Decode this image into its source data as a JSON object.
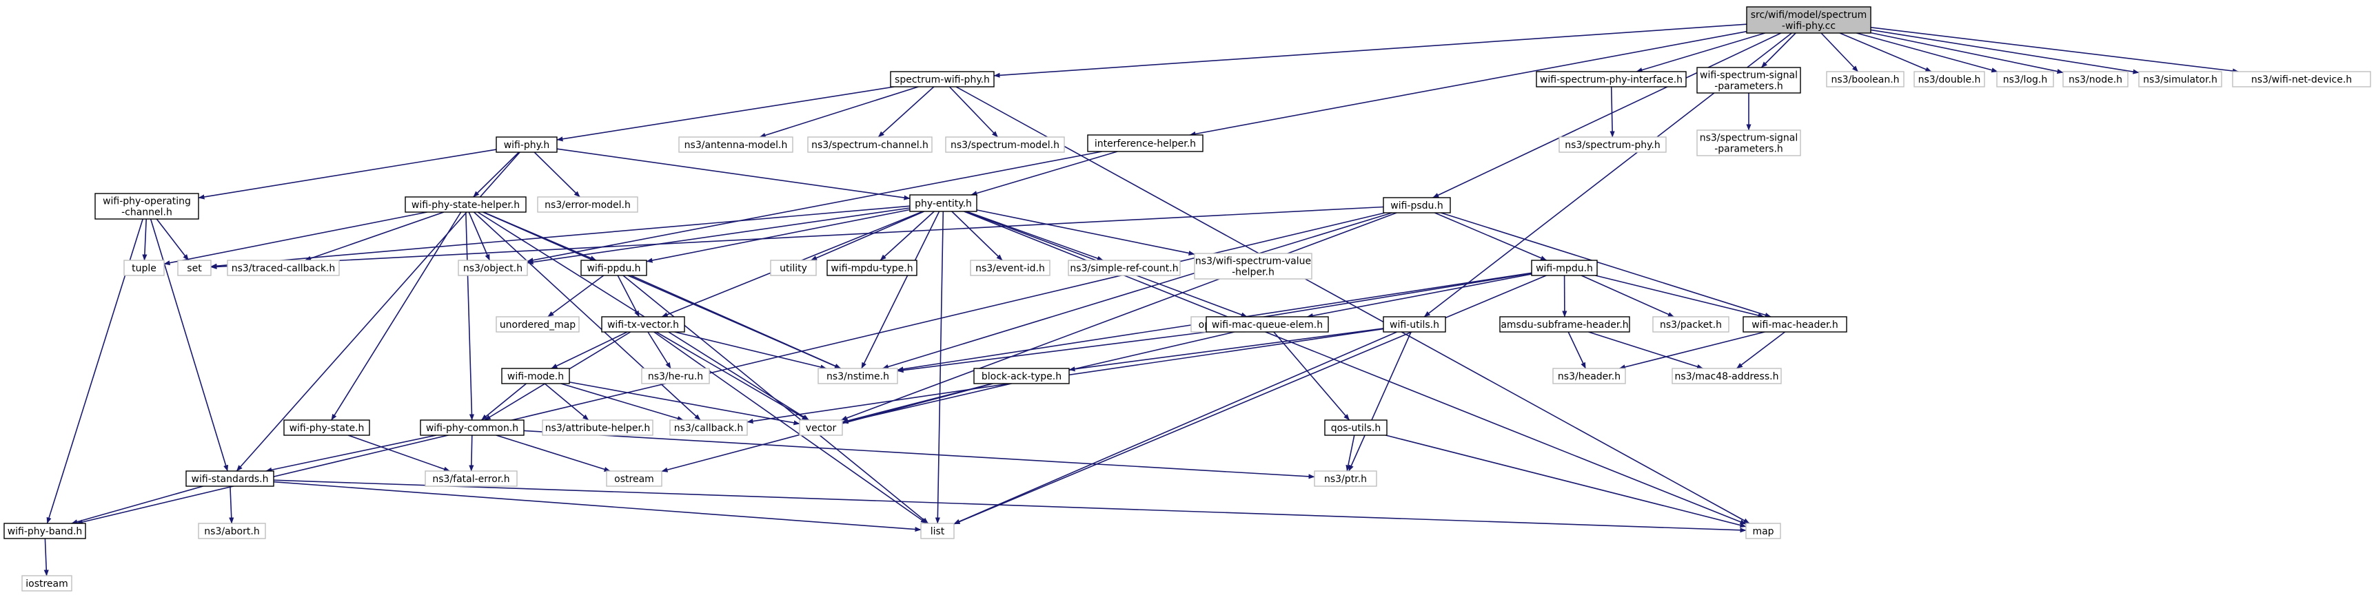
{
  "graph": {
    "title": "",
    "edge_color": "#191970",
    "root_fill": "#bfbfbf",
    "external_border": "#bfbfbf",
    "nodes": [
      {
        "id": "root",
        "label": "src/wifi/model/spectrum\n-wifi-phy.cc",
        "kind": "root"
      },
      {
        "id": "spectrum_wifi_phy",
        "label": "spectrum-wifi-phy.h",
        "kind": "local"
      },
      {
        "id": "wifi_spectrum_phy_interface",
        "label": "wifi-spectrum-phy-interface.h",
        "kind": "local"
      },
      {
        "id": "wifi_spectrum_signal_parameters",
        "label": "wifi-spectrum-signal\n-parameters.h",
        "kind": "local"
      },
      {
        "id": "ns3_boolean",
        "label": "ns3/boolean.h",
        "kind": "external"
      },
      {
        "id": "ns3_double",
        "label": "ns3/double.h",
        "kind": "external"
      },
      {
        "id": "ns3_log",
        "label": "ns3/log.h",
        "kind": "external"
      },
      {
        "id": "ns3_node",
        "label": "ns3/node.h",
        "kind": "external"
      },
      {
        "id": "ns3_simulator",
        "label": "ns3/simulator.h",
        "kind": "external"
      },
      {
        "id": "ns3_wifi_net_device",
        "label": "ns3/wifi-net-device.h",
        "kind": "external"
      },
      {
        "id": "wifi_phy",
        "label": "wifi-phy.h",
        "kind": "local"
      },
      {
        "id": "ns3_antenna_model",
        "label": "ns3/antenna-model.h",
        "kind": "external"
      },
      {
        "id": "ns3_spectrum_channel",
        "label": "ns3/spectrum-channel.h",
        "kind": "external"
      },
      {
        "id": "ns3_spectrum_model",
        "label": "ns3/spectrum-model.h",
        "kind": "external"
      },
      {
        "id": "interference_helper",
        "label": "interference-helper.h",
        "kind": "local"
      },
      {
        "id": "ns3_spectrum_phy",
        "label": "ns3/spectrum-phy.h",
        "kind": "external"
      },
      {
        "id": "ns3_spectrum_signal_parameters",
        "label": "ns3/spectrum-signal\n-parameters.h",
        "kind": "external"
      },
      {
        "id": "wifi_phy_operating_channel",
        "label": "wifi-phy-operating\n-channel.h",
        "kind": "local"
      },
      {
        "id": "wifi_phy_state_helper",
        "label": "wifi-phy-state-helper.h",
        "kind": "local"
      },
      {
        "id": "ns3_error_model",
        "label": "ns3/error-model.h",
        "kind": "external"
      },
      {
        "id": "phy_entity",
        "label": "phy-entity.h",
        "kind": "local"
      },
      {
        "id": "wifi_psdu",
        "label": "wifi-psdu.h",
        "kind": "local"
      },
      {
        "id": "tuple",
        "label": "tuple",
        "kind": "external"
      },
      {
        "id": "set",
        "label": "set",
        "kind": "external"
      },
      {
        "id": "ns3_traced_callback",
        "label": "ns3/traced-callback.h",
        "kind": "external"
      },
      {
        "id": "ns3_object",
        "label": "ns3/object.h",
        "kind": "external"
      },
      {
        "id": "wifi_ppdu",
        "label": "wifi-ppdu.h",
        "kind": "local"
      },
      {
        "id": "utility",
        "label": "utility",
        "kind": "external"
      },
      {
        "id": "wifi_mpdu_type",
        "label": "wifi-mpdu-type.h",
        "kind": "local"
      },
      {
        "id": "ns3_event_id",
        "label": "ns3/event-id.h",
        "kind": "external"
      },
      {
        "id": "ns3_simple_ref_count",
        "label": "ns3/simple-ref-count.h",
        "kind": "external"
      },
      {
        "id": "ns3_wifi_spectrum_value_helper",
        "label": "ns3/wifi-spectrum-value\n-helper.h",
        "kind": "external"
      },
      {
        "id": "wifi_mpdu",
        "label": "wifi-mpdu.h",
        "kind": "local"
      },
      {
        "id": "unordered_map",
        "label": "unordered_map",
        "kind": "external"
      },
      {
        "id": "optional",
        "label": "optional",
        "kind": "external"
      },
      {
        "id": "wifi_mac_queue_elem",
        "label": "wifi-mac-queue-elem.h",
        "kind": "local"
      },
      {
        "id": "wifi_utils",
        "label": "wifi-utils.h",
        "kind": "local"
      },
      {
        "id": "amsdu_subframe_header",
        "label": "amsdu-subframe-header.h",
        "kind": "local"
      },
      {
        "id": "ns3_packet",
        "label": "ns3/packet.h",
        "kind": "external"
      },
      {
        "id": "wifi_mac_header",
        "label": "wifi-mac-header.h",
        "kind": "local"
      },
      {
        "id": "wifi_tx_vector",
        "label": "wifi-tx-vector.h",
        "kind": "local"
      },
      {
        "id": "ns3_nstime",
        "label": "ns3/nstime.h",
        "kind": "external"
      },
      {
        "id": "ns3_he_ru",
        "label": "ns3/he-ru.h",
        "kind": "external"
      },
      {
        "id": "wifi_mode",
        "label": "wifi-mode.h",
        "kind": "local"
      },
      {
        "id": "block_ack_type",
        "label": "block-ack-type.h",
        "kind": "local"
      },
      {
        "id": "ns3_header",
        "label": "ns3/header.h",
        "kind": "external"
      },
      {
        "id": "ns3_mac48_address",
        "label": "ns3/mac48-address.h",
        "kind": "external"
      },
      {
        "id": "wifi_phy_state",
        "label": "wifi-phy-state.h",
        "kind": "local"
      },
      {
        "id": "ns3_attribute_helper",
        "label": "ns3/attribute-helper.h",
        "kind": "external"
      },
      {
        "id": "ns3_callback",
        "label": "ns3/callback.h",
        "kind": "external"
      },
      {
        "id": "vector",
        "label": "vector",
        "kind": "external"
      },
      {
        "id": "wifi_phy_common",
        "label": "wifi-phy-common.h",
        "kind": "local"
      },
      {
        "id": "qos_utils",
        "label": "qos-utils.h",
        "kind": "local"
      },
      {
        "id": "wifi_standards",
        "label": "wifi-standards.h",
        "kind": "local"
      },
      {
        "id": "ns3_fatal_error",
        "label": "ns3/fatal-error.h",
        "kind": "external"
      },
      {
        "id": "ostream",
        "label": "ostream",
        "kind": "external"
      },
      {
        "id": "ns3_ptr",
        "label": "ns3/ptr.h",
        "kind": "external"
      },
      {
        "id": "wifi_phy_band",
        "label": "wifi-phy-band.h",
        "kind": "local"
      },
      {
        "id": "ns3_abort",
        "label": "ns3/abort.h",
        "kind": "external"
      },
      {
        "id": "list",
        "label": "list",
        "kind": "external"
      },
      {
        "id": "map",
        "label": "map",
        "kind": "external"
      },
      {
        "id": "iostream",
        "label": "iostream",
        "kind": "external"
      }
    ],
    "edges": [
      [
        "root",
        "spectrum_wifi_phy"
      ],
      [
        "root",
        "wifi_spectrum_phy_interface"
      ],
      [
        "root",
        "wifi_spectrum_signal_parameters"
      ],
      [
        "root",
        "ns3_boolean"
      ],
      [
        "root",
        "ns3_double"
      ],
      [
        "root",
        "ns3_log"
      ],
      [
        "root",
        "ns3_node"
      ],
      [
        "root",
        "ns3_simulator"
      ],
      [
        "root",
        "ns3_wifi_net_device"
      ],
      [
        "root",
        "interference_helper"
      ],
      [
        "root",
        "wifi_psdu"
      ],
      [
        "root",
        "wifi_utils"
      ],
      [
        "spectrum_wifi_phy",
        "wifi_phy"
      ],
      [
        "spectrum_wifi_phy",
        "ns3_antenna_model"
      ],
      [
        "spectrum_wifi_phy",
        "ns3_spectrum_channel"
      ],
      [
        "spectrum_wifi_phy",
        "ns3_spectrum_model"
      ],
      [
        "spectrum_wifi_phy",
        "map"
      ],
      [
        "wifi_spectrum_phy_interface",
        "ns3_spectrum_phy"
      ],
      [
        "wifi_spectrum_signal_parameters",
        "ns3_spectrum_signal_parameters"
      ],
      [
        "wifi_phy",
        "wifi_phy_operating_channel"
      ],
      [
        "wifi_phy",
        "wifi_phy_state_helper"
      ],
      [
        "wifi_phy",
        "ns3_error_model"
      ],
      [
        "wifi_phy",
        "phy_entity"
      ],
      [
        "wifi_phy",
        "wifi_standards"
      ],
      [
        "interference_helper",
        "phy_entity"
      ],
      [
        "interference_helper",
        "ns3_object"
      ],
      [
        "wifi_phy_operating_channel",
        "tuple"
      ],
      [
        "wifi_phy_operating_channel",
        "set"
      ],
      [
        "wifi_phy_operating_channel",
        "wifi_standards"
      ],
      [
        "wifi_phy_operating_channel",
        "wifi_phy_band"
      ],
      [
        "wifi_phy_state_helper",
        "tuple"
      ],
      [
        "wifi_phy_state_helper",
        "ns3_traced_callback"
      ],
      [
        "wifi_phy_state_helper",
        "ns3_object"
      ],
      [
        "wifi_phy_state_helper",
        "wifi_ppdu"
      ],
      [
        "wifi_phy_state_helper",
        "ns3_nstime"
      ],
      [
        "wifi_phy_state_helper",
        "wifi_phy_state"
      ],
      [
        "wifi_phy_state_helper",
        "ns3_callback"
      ],
      [
        "wifi_phy_state_helper",
        "vector"
      ],
      [
        "wifi_phy_state_helper",
        "wifi_phy_common"
      ],
      [
        "phy_entity",
        "set"
      ],
      [
        "phy_entity",
        "ns3_object"
      ],
      [
        "phy_entity",
        "wifi_ppdu"
      ],
      [
        "phy_entity",
        "utility"
      ],
      [
        "phy_entity",
        "wifi_mpdu_type"
      ],
      [
        "phy_entity",
        "ns3_event_id"
      ],
      [
        "phy_entity",
        "ns3_simple_ref_count"
      ],
      [
        "phy_entity",
        "ns3_wifi_spectrum_value_helper"
      ],
      [
        "phy_entity",
        "wifi_tx_vector"
      ],
      [
        "phy_entity",
        "ns3_nstime"
      ],
      [
        "phy_entity",
        "wifi_mac_queue_elem"
      ],
      [
        "phy_entity",
        "list"
      ],
      [
        "phy_entity",
        "map"
      ],
      [
        "wifi_psdu",
        "wifi_mpdu"
      ],
      [
        "wifi_psdu",
        "wifi_mac_header"
      ],
      [
        "wifi_psdu",
        "ns3_nstime"
      ],
      [
        "wifi_psdu",
        "set"
      ],
      [
        "wifi_psdu",
        "vector"
      ],
      [
        "wifi_psdu",
        "wifi_phy_band"
      ],
      [
        "wifi_ppdu",
        "wifi_tx_vector"
      ],
      [
        "wifi_ppdu",
        "unordered_map"
      ],
      [
        "wifi_ppdu",
        "ns3_nstime"
      ],
      [
        "wifi_ppdu",
        "list"
      ],
      [
        "wifi_mpdu",
        "optional"
      ],
      [
        "wifi_mpdu",
        "wifi_mac_queue_elem"
      ],
      [
        "wifi_mpdu",
        "amsdu_subframe_header"
      ],
      [
        "wifi_mpdu",
        "ns3_packet"
      ],
      [
        "wifi_mpdu",
        "wifi_mac_header"
      ],
      [
        "wifi_mpdu",
        "ns3_nstime"
      ],
      [
        "wifi_mpdu",
        "list"
      ],
      [
        "wifi_utils",
        "block_ack_type"
      ],
      [
        "wifi_utils",
        "ns3_ptr"
      ],
      [
        "wifi_utils",
        "list"
      ],
      [
        "wifi_utils",
        "ns3_callback"
      ],
      [
        "wifi_mac_queue_elem",
        "ns3_nstime"
      ],
      [
        "wifi_mac_queue_elem",
        "qos_utils"
      ],
      [
        "wifi_mac_queue_elem",
        "vector"
      ],
      [
        "amsdu_subframe_header",
        "ns3_header"
      ],
      [
        "amsdu_subframe_header",
        "ns3_mac48_address"
      ],
      [
        "wifi_mac_header",
        "ns3_header"
      ],
      [
        "wifi_mac_header",
        "ns3_mac48_address"
      ],
      [
        "wifi_tx_vector",
        "ns3_he_ru"
      ],
      [
        "wifi_tx_vector",
        "wifi_mode"
      ],
      [
        "wifi_tx_vector",
        "ns3_nstime"
      ],
      [
        "wifi_tx_vector",
        "vector"
      ],
      [
        "wifi_tx_vector",
        "wifi_phy_common"
      ],
      [
        "wifi_tx_vector",
        "list"
      ],
      [
        "wifi_mode",
        "ns3_attribute_helper"
      ],
      [
        "wifi_mode",
        "ns3_callback"
      ],
      [
        "wifi_mode",
        "vector"
      ],
      [
        "wifi_mode",
        "wifi_phy_common"
      ],
      [
        "block_ack_type",
        "vector"
      ],
      [
        "block_ack_type",
        "ostream"
      ],
      [
        "wifi_phy_state",
        "ns3_fatal_error"
      ],
      [
        "wifi_phy_common",
        "ns3_fatal_error"
      ],
      [
        "wifi_phy_common",
        "ostream"
      ],
      [
        "wifi_phy_common",
        "ns3_ptr"
      ],
      [
        "wifi_phy_common",
        "wifi_standards"
      ],
      [
        "qos_utils",
        "ns3_ptr"
      ],
      [
        "qos_utils",
        "map"
      ],
      [
        "wifi_standards",
        "wifi_phy_band"
      ],
      [
        "wifi_standards",
        "ns3_abort"
      ],
      [
        "wifi_standards",
        "list"
      ],
      [
        "wifi_standards",
        "map"
      ],
      [
        "wifi_phy_band",
        "iostream"
      ]
    ]
  }
}
